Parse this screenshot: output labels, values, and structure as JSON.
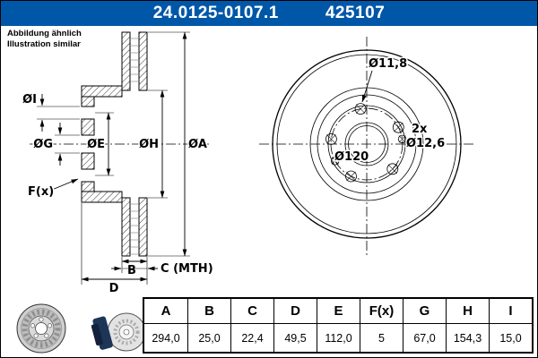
{
  "header": {
    "part_number": "24.0125-0107.1",
    "order_number": "425107"
  },
  "note": {
    "line1": "Abbildung ähnlich",
    "line2": "Illustration similar"
  },
  "colors": {
    "header_bg": "#0057a8",
    "line_color": "#000000",
    "background": "#ffffff"
  },
  "drawing": {
    "section_labels": {
      "dia_i": "ØI",
      "dia_g": "ØG",
      "dia_e": "ØE",
      "dia_h": "ØH",
      "dia_a": "ØA",
      "f": "F(x)",
      "b": "B",
      "c": "C (MTH)",
      "d": "D"
    },
    "front_labels": {
      "bolt_hole": "Ø11,8",
      "pin_count": "2x",
      "pin_dia": "Ø12,6",
      "center": "Ø120"
    }
  },
  "table": {
    "headers": [
      "A",
      "B",
      "C",
      "D",
      "E",
      "F(x)",
      "G",
      "H",
      "I"
    ],
    "values": [
      "294,0",
      "25,0",
      "22,4",
      "49,5",
      "112,0",
      "5",
      "67,0",
      "154,3",
      "15,0"
    ]
  }
}
